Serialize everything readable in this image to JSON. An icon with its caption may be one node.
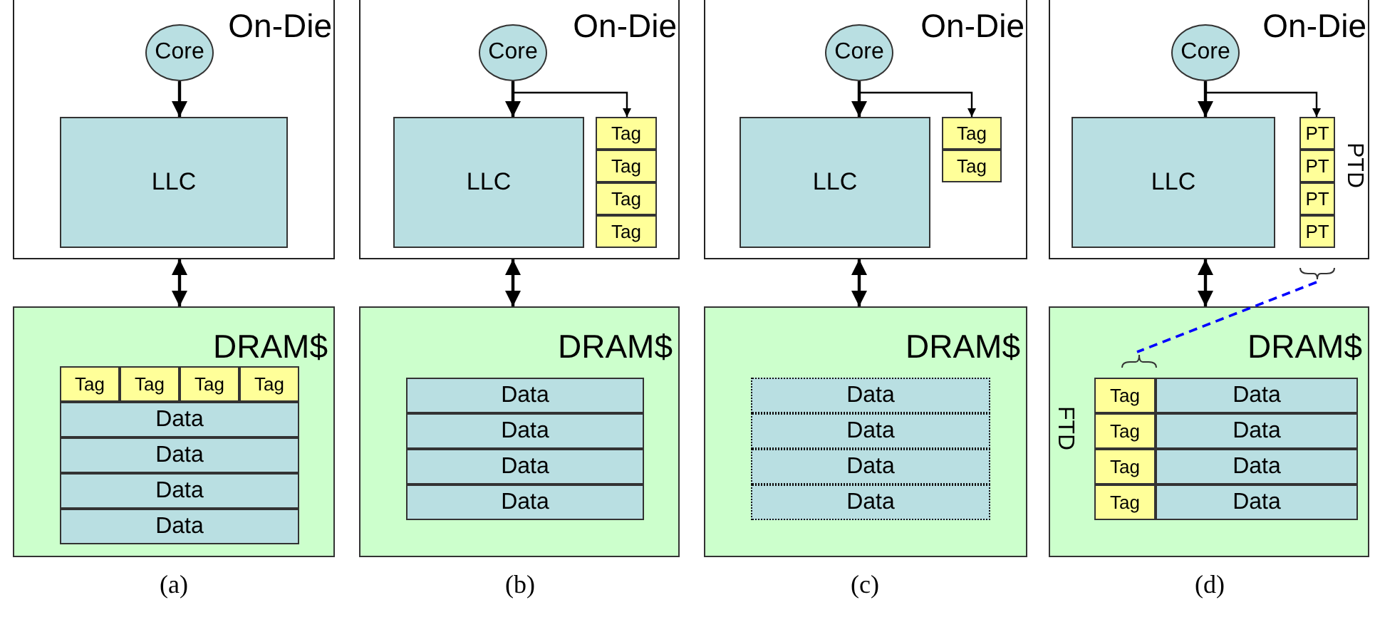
{
  "diagram": {
    "nodes": [
      {
        "text": [
          "On-Die"
        ]
      },
      {
        "text": [
          "Core"
        ],
        "in": 0
      },
      {
        "text": [
          "LLC"
        ],
        "in": 0
      },
      {
        "text": [
          "DRAM$"
        ]
      },
      {
        "text": [
          "Tag"
        ],
        "in": 3
      },
      {
        "text": [
          "Tag"
        ],
        "in": 3
      },
      {
        "text": [
          "Tag"
        ],
        "in": 3
      },
      {
        "text": [
          "Tag"
        ],
        "in": 3
      },
      {
        "text": [
          "Data"
        ],
        "in": 3
      },
      {
        "text": [
          "Data"
        ],
        "in": 3
      },
      {
        "text": [
          "Data"
        ],
        "in": 3
      },
      {
        "text": [
          "Data"
        ],
        "in": 3
      },
      {
        "text": [
          "On-Die"
        ]
      },
      {
        "text": [
          "Core"
        ],
        "in": 12
      },
      {
        "text": [
          "LLC"
        ],
        "in": 12
      },
      {
        "text": [
          "Tag"
        ],
        "in": 12
      },
      {
        "text": [
          "Tag"
        ],
        "in": 12
      },
      {
        "text": [
          "Tag"
        ],
        "in": 12
      },
      {
        "text": [
          "Tag"
        ],
        "in": 12
      },
      {
        "text": [
          "DRAM$"
        ]
      },
      {
        "text": [
          "Data"
        ],
        "in": 19
      },
      {
        "text": [
          "Data"
        ],
        "in": 19
      },
      {
        "text": [
          "Data"
        ],
        "in": 19
      },
      {
        "text": [
          "Data"
        ],
        "in": 19
      },
      {
        "text": [
          "On-Die"
        ]
      },
      {
        "text": [
          "Core"
        ],
        "in": 24
      },
      {
        "text": [
          "LLC"
        ],
        "in": 24
      },
      {
        "text": [
          "Tag"
        ],
        "in": 24
      },
      {
        "text": [
          "Tag"
        ],
        "in": 24
      },
      {
        "text": [
          "DRAM$"
        ]
      },
      {
        "text": [
          "Data"
        ],
        "in": 29
      },
      {
        "text": [
          "Data"
        ],
        "in": 29
      },
      {
        "text": [
          "Data"
        ],
        "in": 29
      },
      {
        "text": [
          "Data"
        ],
        "in": 29
      },
      {
        "text": [
          "On-Die"
        ]
      },
      {
        "text": [
          "Core"
        ],
        "in": 34
      },
      {
        "text": [
          "LLC"
        ],
        "in": 34
      },
      {
        "text": [
          "PTD"
        ]
      },
      {
        "text": [
          "PT"
        ],
        "in": 37
      },
      {
        "text": [
          "PT"
        ],
        "in": 37
      },
      {
        "text": [
          "PT"
        ],
        "in": 37
      },
      {
        "text": [
          "PT"
        ],
        "in": 37
      },
      {
        "text": [
          "DRAM$"
        ]
      },
      {
        "text": [
          "FTD"
        ],
        "in": 42
      },
      {
        "text": [
          "Tag"
        ],
        "in": 43
      },
      {
        "text": [
          "Tag"
        ],
        "in": 43
      },
      {
        "text": [
          "Tag"
        ],
        "in": 43
      },
      {
        "text": [
          "Tag"
        ],
        "in": 43
      },
      {
        "text": [
          "Data"
        ],
        "in": 42
      },
      {
        "text": [
          "Data"
        ],
        "in": 42
      },
      {
        "text": [
          "Data"
        ],
        "in": 42
      },
      {
        "text": [
          "Data"
        ],
        "in": 42
      }
    ],
    "edges": [
      {
        "from": 1,
        "to": 2,
        "arrow": "to"
      },
      {
        "from": 0,
        "to": 3,
        "arrow": "both"
      },
      {
        "from": 13,
        "to": 14,
        "arrow": "to"
      },
      {
        "from": 13,
        "to": 15,
        "arrow": "to"
      },
      {
        "from": 12,
        "to": 19,
        "arrow": "both"
      },
      {
        "from": 25,
        "to": 26,
        "arrow": "to"
      },
      {
        "from": 25,
        "to": 27,
        "arrow": "to"
      },
      {
        "from": 24,
        "to": 29,
        "arrow": "both"
      },
      {
        "from": 35,
        "to": 36,
        "arrow": "to"
      },
      {
        "from": 35,
        "to": 38,
        "arrow": "to"
      },
      {
        "from": 34,
        "to": 42,
        "arrow": "both"
      },
      {
        "from": 37,
        "to": 43,
        "arrow": "none",
        "style": "dashed",
        "color": "#0000ff"
      }
    ],
    "labels": [
      "(a)",
      "(b)",
      "(c)",
      "(d)"
    ]
  }
}
